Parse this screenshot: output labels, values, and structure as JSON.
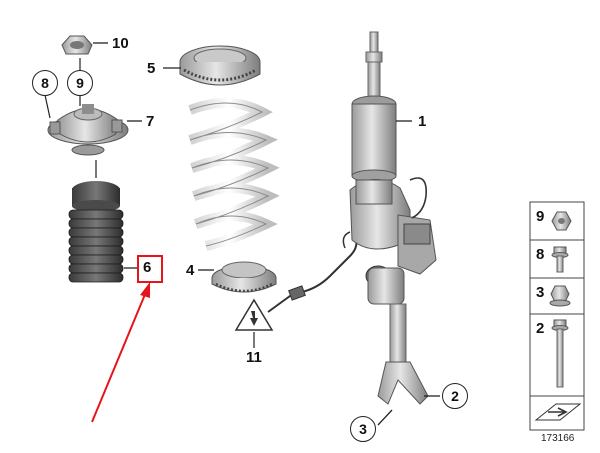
{
  "callouts": {
    "c1": "1",
    "c2": "2",
    "c3": "3",
    "c4": "4",
    "c5": "5",
    "c6": "6",
    "c7": "7",
    "c8": "8",
    "c9": "9",
    "c10": "10",
    "c11": "11"
  },
  "legend": {
    "items": [
      {
        "num": "9",
        "icon": "hex-nut-icon"
      },
      {
        "num": "8",
        "icon": "flange-bolt-short-icon"
      },
      {
        "num": "3",
        "icon": "flange-nut-icon"
      },
      {
        "num": "2",
        "icon": "flange-bolt-long-icon"
      }
    ]
  },
  "diagram_code": "173166",
  "highlight": {
    "label": "6",
    "color": "#e8141b"
  }
}
